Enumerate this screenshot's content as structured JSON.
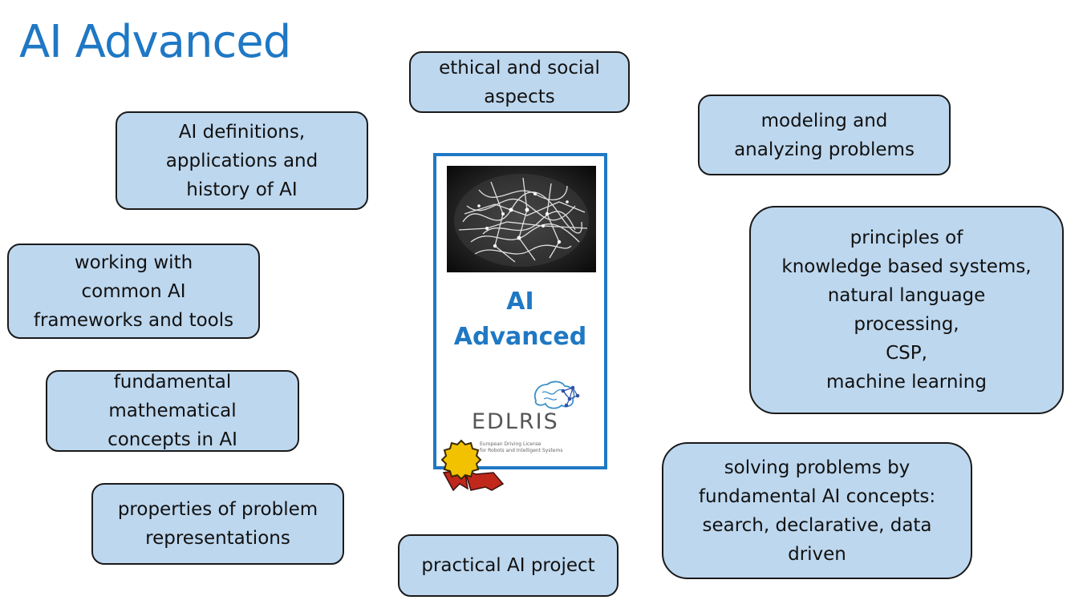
{
  "slide": {
    "title": "AI Advanced"
  },
  "topics": {
    "ethics": [
      "ethical and social",
      "aspects"
    ],
    "definitions": [
      "AI definitions,",
      "applications and",
      "history of AI"
    ],
    "modeling": [
      "modeling and",
      "analyzing problems"
    ],
    "frameworks": [
      "working with",
      "common AI",
      "frameworks and tools"
    ],
    "principles": [
      "principles of",
      "knowledge based systems,",
      "natural language",
      "processing,",
      "CSP,",
      "machine learning"
    ],
    "math": [
      "fundamental",
      "mathematical",
      "concepts in AI"
    ],
    "representations": [
      "properties of problem",
      "representations"
    ],
    "project": [
      "practical AI project"
    ],
    "solving": [
      "solving problems by",
      "fundamental AI concepts:",
      "search, declarative, data",
      "driven"
    ]
  },
  "card": {
    "title_lines": [
      "AI",
      "Advanced"
    ],
    "logo_text": "EDLRIS",
    "logo_subtitle": [
      "European Driving License",
      "for Robots and Intelligent Systems"
    ]
  },
  "colors": {
    "accent": "#1f78c4",
    "box_fill": "#bdd7ee",
    "box_border": "#1a1a1a",
    "badge_gold": "#f2c200",
    "badge_ribbon": "#c0281c"
  }
}
